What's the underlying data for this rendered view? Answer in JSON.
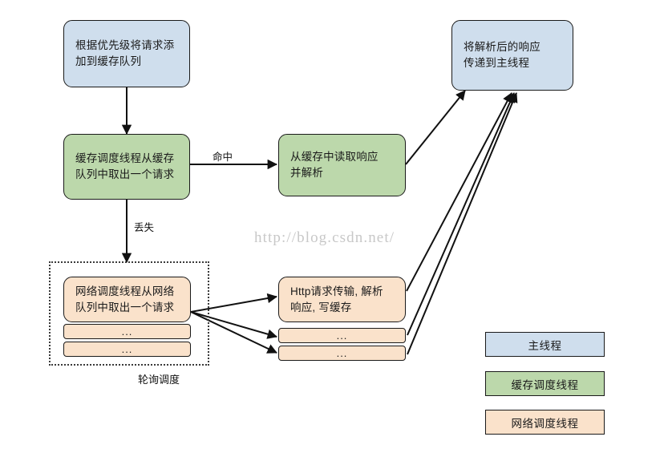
{
  "diagram": {
    "title_watermark": "http://blog.csdn.net/",
    "nodes": {
      "enqueue_cache": {
        "label": "根据优先级将请求添\n加到缓存队列",
        "type": "main-thread",
        "color": "#cfdeed"
      },
      "cache_dispatch": {
        "label": "缓存调度线程从缓存\n队列中取出一个请求",
        "type": "cache-thread",
        "color": "#bcd8ab"
      },
      "read_cache": {
        "label": "从缓存中读取响应\n并解析",
        "type": "cache-thread",
        "color": "#bcd8ab"
      },
      "deliver_main": {
        "label": "将解析后的响应\n传递到主线程",
        "type": "main-thread",
        "color": "#cfdeed"
      },
      "network_dispatch": {
        "label": "网络调度线程从网络\n队列中取出一个请求",
        "type": "network-thread",
        "color": "#fae2cb"
      },
      "http_transfer": {
        "label": "Http请求传输, 解析\n响应, 写缓存",
        "type": "network-thread",
        "color": "#fae2cb"
      }
    },
    "stack_rows": {
      "left": [
        "...",
        "..."
      ],
      "right": [
        "...",
        "..."
      ]
    },
    "edge_labels": {
      "hit": "命中",
      "miss": "丢失"
    },
    "group_label": "轮询调度",
    "legend": [
      {
        "label": "主线程",
        "color": "#cfdeed"
      },
      {
        "label": "缓存调度线程",
        "color": "#bcd8ab"
      },
      {
        "label": "网络调度线程",
        "color": "#fae2cb"
      }
    ]
  }
}
